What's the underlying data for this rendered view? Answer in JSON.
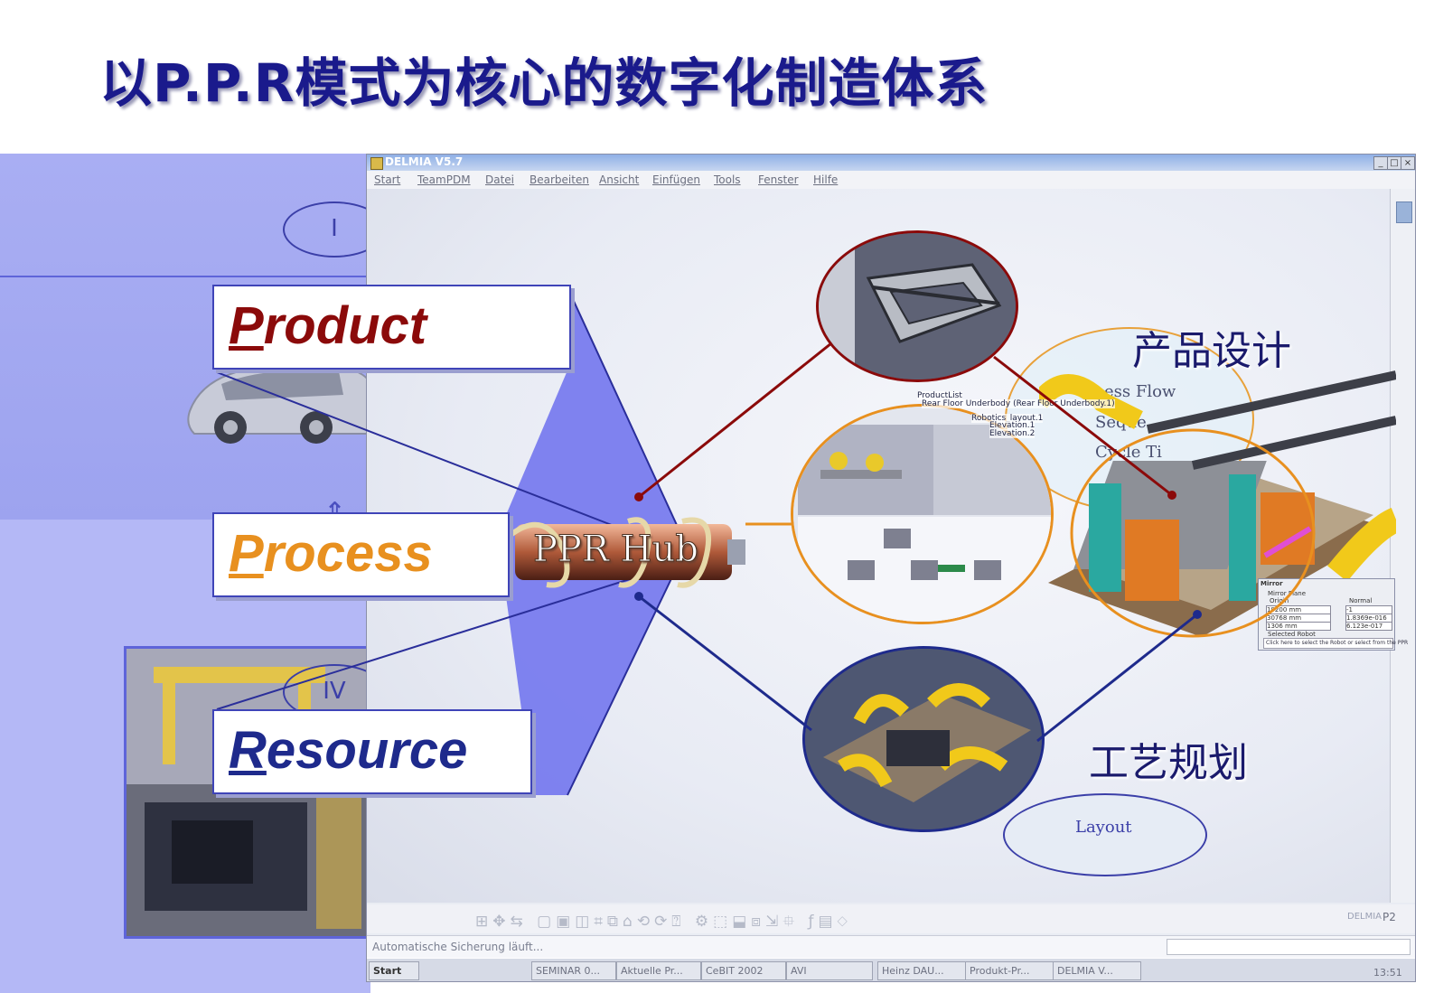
{
  "slide": {
    "title": "以P.P.R模式为核心的数字化制造体系"
  },
  "left_panel": {
    "roman_top": "I",
    "roman_bottom": "IV"
  },
  "ppr": {
    "product_initial": "P",
    "product_rest": "roduct",
    "process_initial": "P",
    "process_rest": "rocess",
    "resource_initial": "R",
    "resource_rest": "esource",
    "hub_label": "PPR Hub"
  },
  "window": {
    "title": "DELMIA V5.7",
    "menu": [
      "Start",
      "TeamPDM",
      "Datei",
      "Bearbeiten",
      "Ansicht",
      "Einfügen",
      "Tools",
      "Fenster",
      "Hilfe"
    ],
    "status": "Automatische Sicherung läuft...",
    "toolbar_label": "P2",
    "logo_text": "DELMIA",
    "taskbar": {
      "start": "Start",
      "items": [
        "SEMINAR 0...",
        "Aktuelle Pr...",
        "CeBIT 2002",
        "AVI",
        "Heinz DAU...",
        "Produkt-Pr...",
        "DELMIA V..."
      ],
      "clock": "13:51"
    }
  },
  "diagram": {
    "product_design": "产品设计",
    "process_planning": "工艺规划",
    "layout": "Layout",
    "flow_lines": [
      "ess Flow",
      "Seque",
      "Cycle Ti"
    ],
    "tree_labels": [
      "ProductList",
      "Rear Floor Underbody (Rear Floor Underbody.1)",
      "Robotics_layout.1",
      "Elevation.1",
      "Elevation.2"
    ],
    "mirror_dialog": {
      "title": "Mirror",
      "plane": "Mirror Plane",
      "origin": "Origin",
      "normal": "Normal",
      "x": "19200 mm",
      "y": "30768 mm",
      "z": "1306 mm",
      "nx": "-1",
      "ny": "1.8369e-016",
      "nz": "6.123e-017",
      "selected": "Selected Robot",
      "hint": "Click here to select the Robot or select from the PPR"
    }
  },
  "colors": {
    "title": "#1a1a8c",
    "product": "#8b0a0a",
    "process": "#e8901f",
    "resource": "#1e2a8c",
    "funnel": "#6f73ee"
  }
}
